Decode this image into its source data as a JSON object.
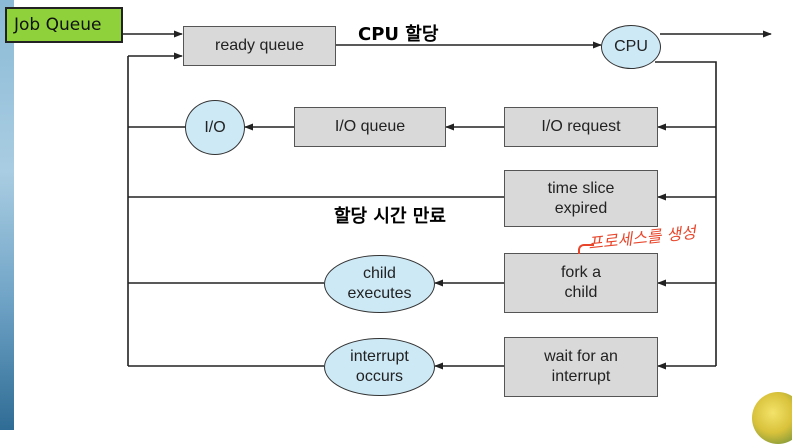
{
  "job_queue": {
    "label": "Job Queue"
  },
  "captions": {
    "cpu_allocation": "CPU 할당",
    "time_expired": "할당 시간 만료"
  },
  "boxes": {
    "ready_queue": "ready queue",
    "io_queue": "I/O queue",
    "io_request": "I/O request",
    "time_slice": "time slice\nexpired",
    "fork_child": "fork a\nchild",
    "wait_interrupt": "wait for an\ninterrupt"
  },
  "circles": {
    "cpu": "CPU",
    "io": "I/O",
    "child_executes": "child\nexecutes",
    "interrupt_occurs": "interrupt\noccurs"
  },
  "annotation": {
    "handwritten": "프로세스를 생성"
  },
  "colors": {
    "job_queue_fill": "#8ed13a",
    "queue_box_fill": "#d9d9d9",
    "circle_fill": "#cde9f6",
    "annotation": "#e8452a"
  }
}
